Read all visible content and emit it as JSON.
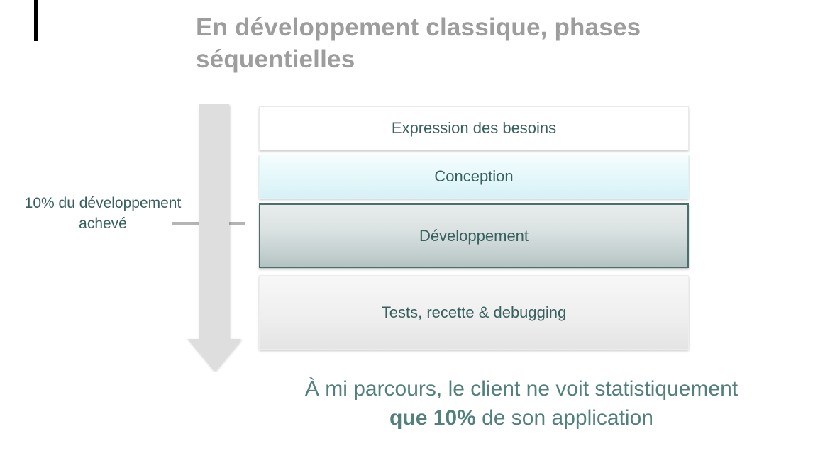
{
  "slide": {
    "title": "En développement classique, phases séquentielles",
    "accent_bar_color": "#000000",
    "title_color": "#9d9d9d",
    "teal_color": "#37605e",
    "caption_color": "#52807d"
  },
  "left_annotation": {
    "text": "10% du développement achevé"
  },
  "arrow": {
    "name": "down-arrow",
    "direction": "down",
    "color": "#dededf"
  },
  "leader_line": {
    "color": "#b4b4b4"
  },
  "phases": [
    {
      "id": "requirements",
      "label": "Expression des besoins",
      "fill": "#ffffff",
      "highlighted": false
    },
    {
      "id": "design",
      "label": "Conception",
      "fill": "#e4f7fa",
      "highlighted": false
    },
    {
      "id": "development",
      "label": "Développement",
      "fill": "#c5d1d0",
      "highlighted": true
    },
    {
      "id": "testing",
      "label": "Tests, recette & debugging",
      "fill": "#efefef",
      "highlighted": false
    }
  ],
  "caption": {
    "line1": "À mi parcours, le client ne voit statistiquement",
    "line2_bold": "que 10%",
    "line2_rest": " de son application"
  }
}
